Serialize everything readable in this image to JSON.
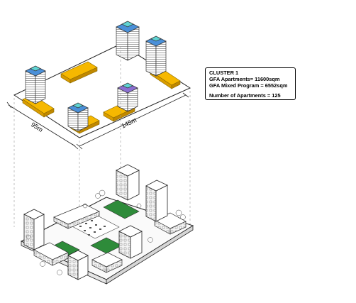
{
  "info_box": {
    "title": "CLUSTER 1",
    "gfa_apartments": "GFA Apartments= 11600sqm",
    "gfa_mixed_program": "GFA Mixed Program = 6552sqm",
    "number_of_apartments": "Number of Apartments = 125"
  },
  "dimensions": {
    "width_label": "95m",
    "length_label": "145m"
  },
  "colors": {
    "podium": "#f6b800",
    "roof_blue": "#4a90d9",
    "roof_cyan": "#5fd3d3",
    "roof_purple": "#8a6fd1",
    "green_court": "#2e8b3a",
    "outline": "#222222"
  }
}
